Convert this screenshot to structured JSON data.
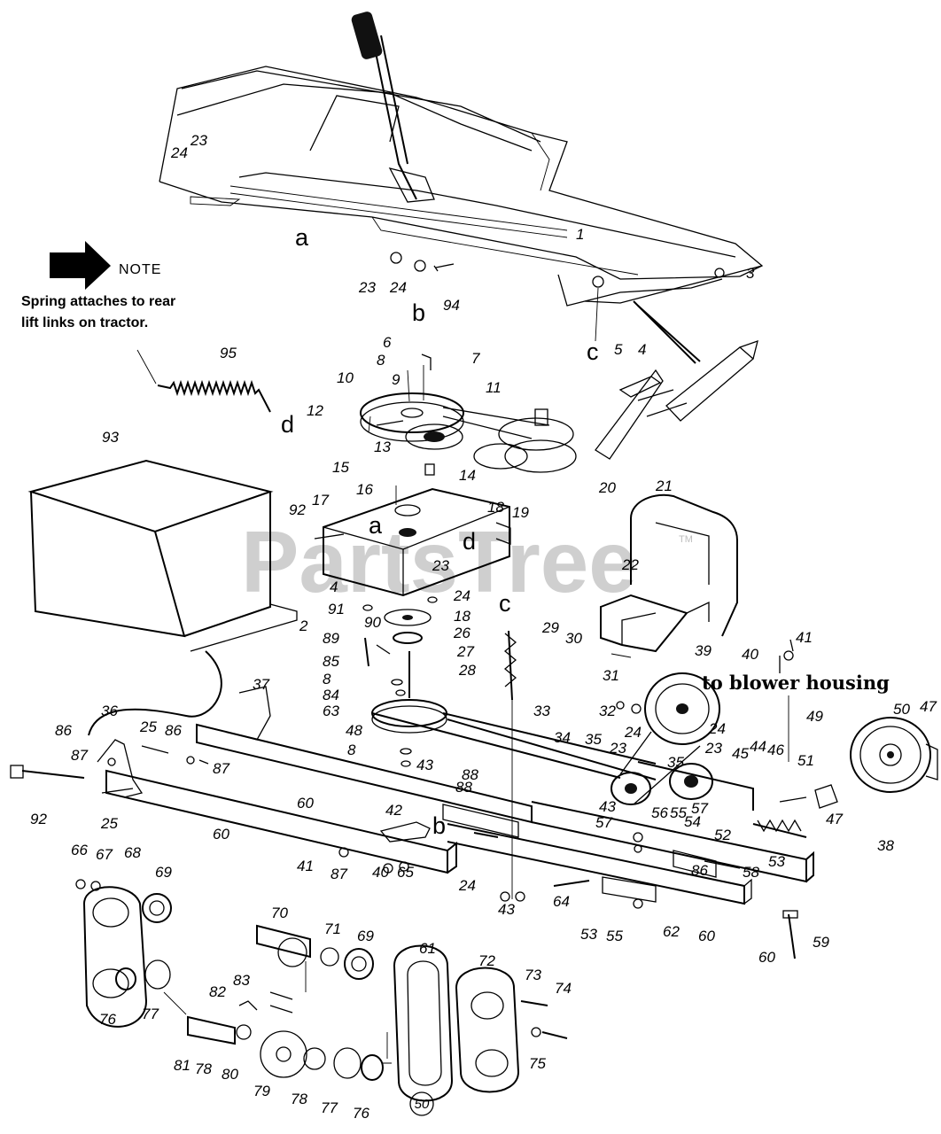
{
  "watermark": {
    "text": "PartsTree",
    "trademark": "TM"
  },
  "note": {
    "heading": "NOTE",
    "line1": "Spring attaches to rear",
    "line2": "lift links on tractor."
  },
  "callout_blower": "to blower housing",
  "figure_number": "50",
  "ref_letters": [
    {
      "id": "a-top",
      "label": "a"
    },
    {
      "id": "b-top",
      "label": "b"
    },
    {
      "id": "c-top",
      "label": "c"
    },
    {
      "id": "d-spring",
      "label": "d"
    },
    {
      "id": "a-box",
      "label": "a"
    },
    {
      "id": "d-box",
      "label": "d"
    },
    {
      "id": "c-spring",
      "label": "c"
    },
    {
      "id": "b-frame",
      "label": "b"
    }
  ],
  "part_labels": [
    "24",
    "23",
    "23",
    "24",
    "94",
    "1",
    "3",
    "5",
    "4",
    "95",
    "6",
    "8",
    "7",
    "9",
    "10",
    "11",
    "12",
    "13",
    "14",
    "20",
    "93",
    "15",
    "16",
    "17",
    "18",
    "19",
    "92",
    "21",
    "22",
    "23",
    "24",
    "4",
    "91",
    "90",
    "2",
    "18",
    "89",
    "26",
    "85",
    "27",
    "8",
    "28",
    "84",
    "63",
    "29",
    "30",
    "39",
    "41",
    "40",
    "31",
    "32",
    "33",
    "48",
    "8",
    "43",
    "37",
    "36",
    "25",
    "86",
    "86",
    "87",
    "87",
    "92",
    "25",
    "60",
    "60",
    "34",
    "35",
    "24",
    "23",
    "35",
    "24",
    "23",
    "45",
    "44",
    "46",
    "49",
    "50",
    "47",
    "51",
    "47",
    "38",
    "88",
    "88",
    "42",
    "43",
    "57",
    "56",
    "55",
    "54",
    "57",
    "52",
    "53",
    "58",
    "86",
    "87",
    "41",
    "40",
    "65",
    "24",
    "43",
    "64",
    "53",
    "55",
    "62",
    "60",
    "60",
    "59",
    "66",
    "67",
    "68",
    "69",
    "70",
    "71",
    "69",
    "76",
    "77",
    "82",
    "83",
    "81",
    "78",
    "80",
    "79",
    "78",
    "77",
    "76",
    "61",
    "72",
    "73",
    "74",
    "75"
  ]
}
